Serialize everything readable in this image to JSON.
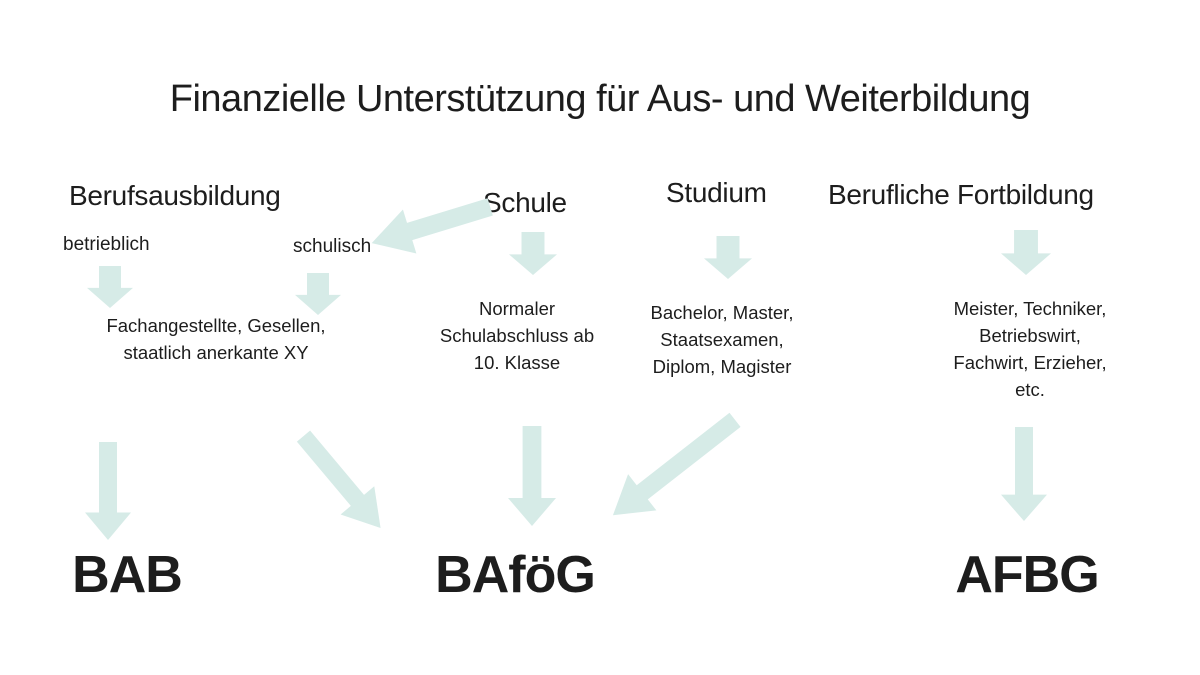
{
  "title": "Finanzielle Unterstützung für Aus- und Weiterbildung",
  "categories": {
    "berufsausbildung": {
      "label": "Berufsausbildung",
      "betrieblich": "betrieblich",
      "schulisch": "schulisch",
      "result": "Fachangestellte, Gesellen,\nstaatlich anerkante XY"
    },
    "schule": {
      "label": "Schule",
      "result": "Normaler\nSchulabschluss ab\n10. Klasse"
    },
    "studium": {
      "label": "Studium",
      "result": "Bachelor, Master,\nStaatsexamen,\nDiplom, Magister"
    },
    "fortbildung": {
      "label": "Berufliche Fortbildung",
      "result": "Meister, Techniker,\nBetriebswirt,\nFachwirt, Erzieher,\netc."
    }
  },
  "funding": {
    "bab": "BAB",
    "bafoeg": "BAföG",
    "afbg": "AFBG"
  },
  "colors": {
    "arrow": "#d6ebe7",
    "text": "#1d1d1d"
  }
}
